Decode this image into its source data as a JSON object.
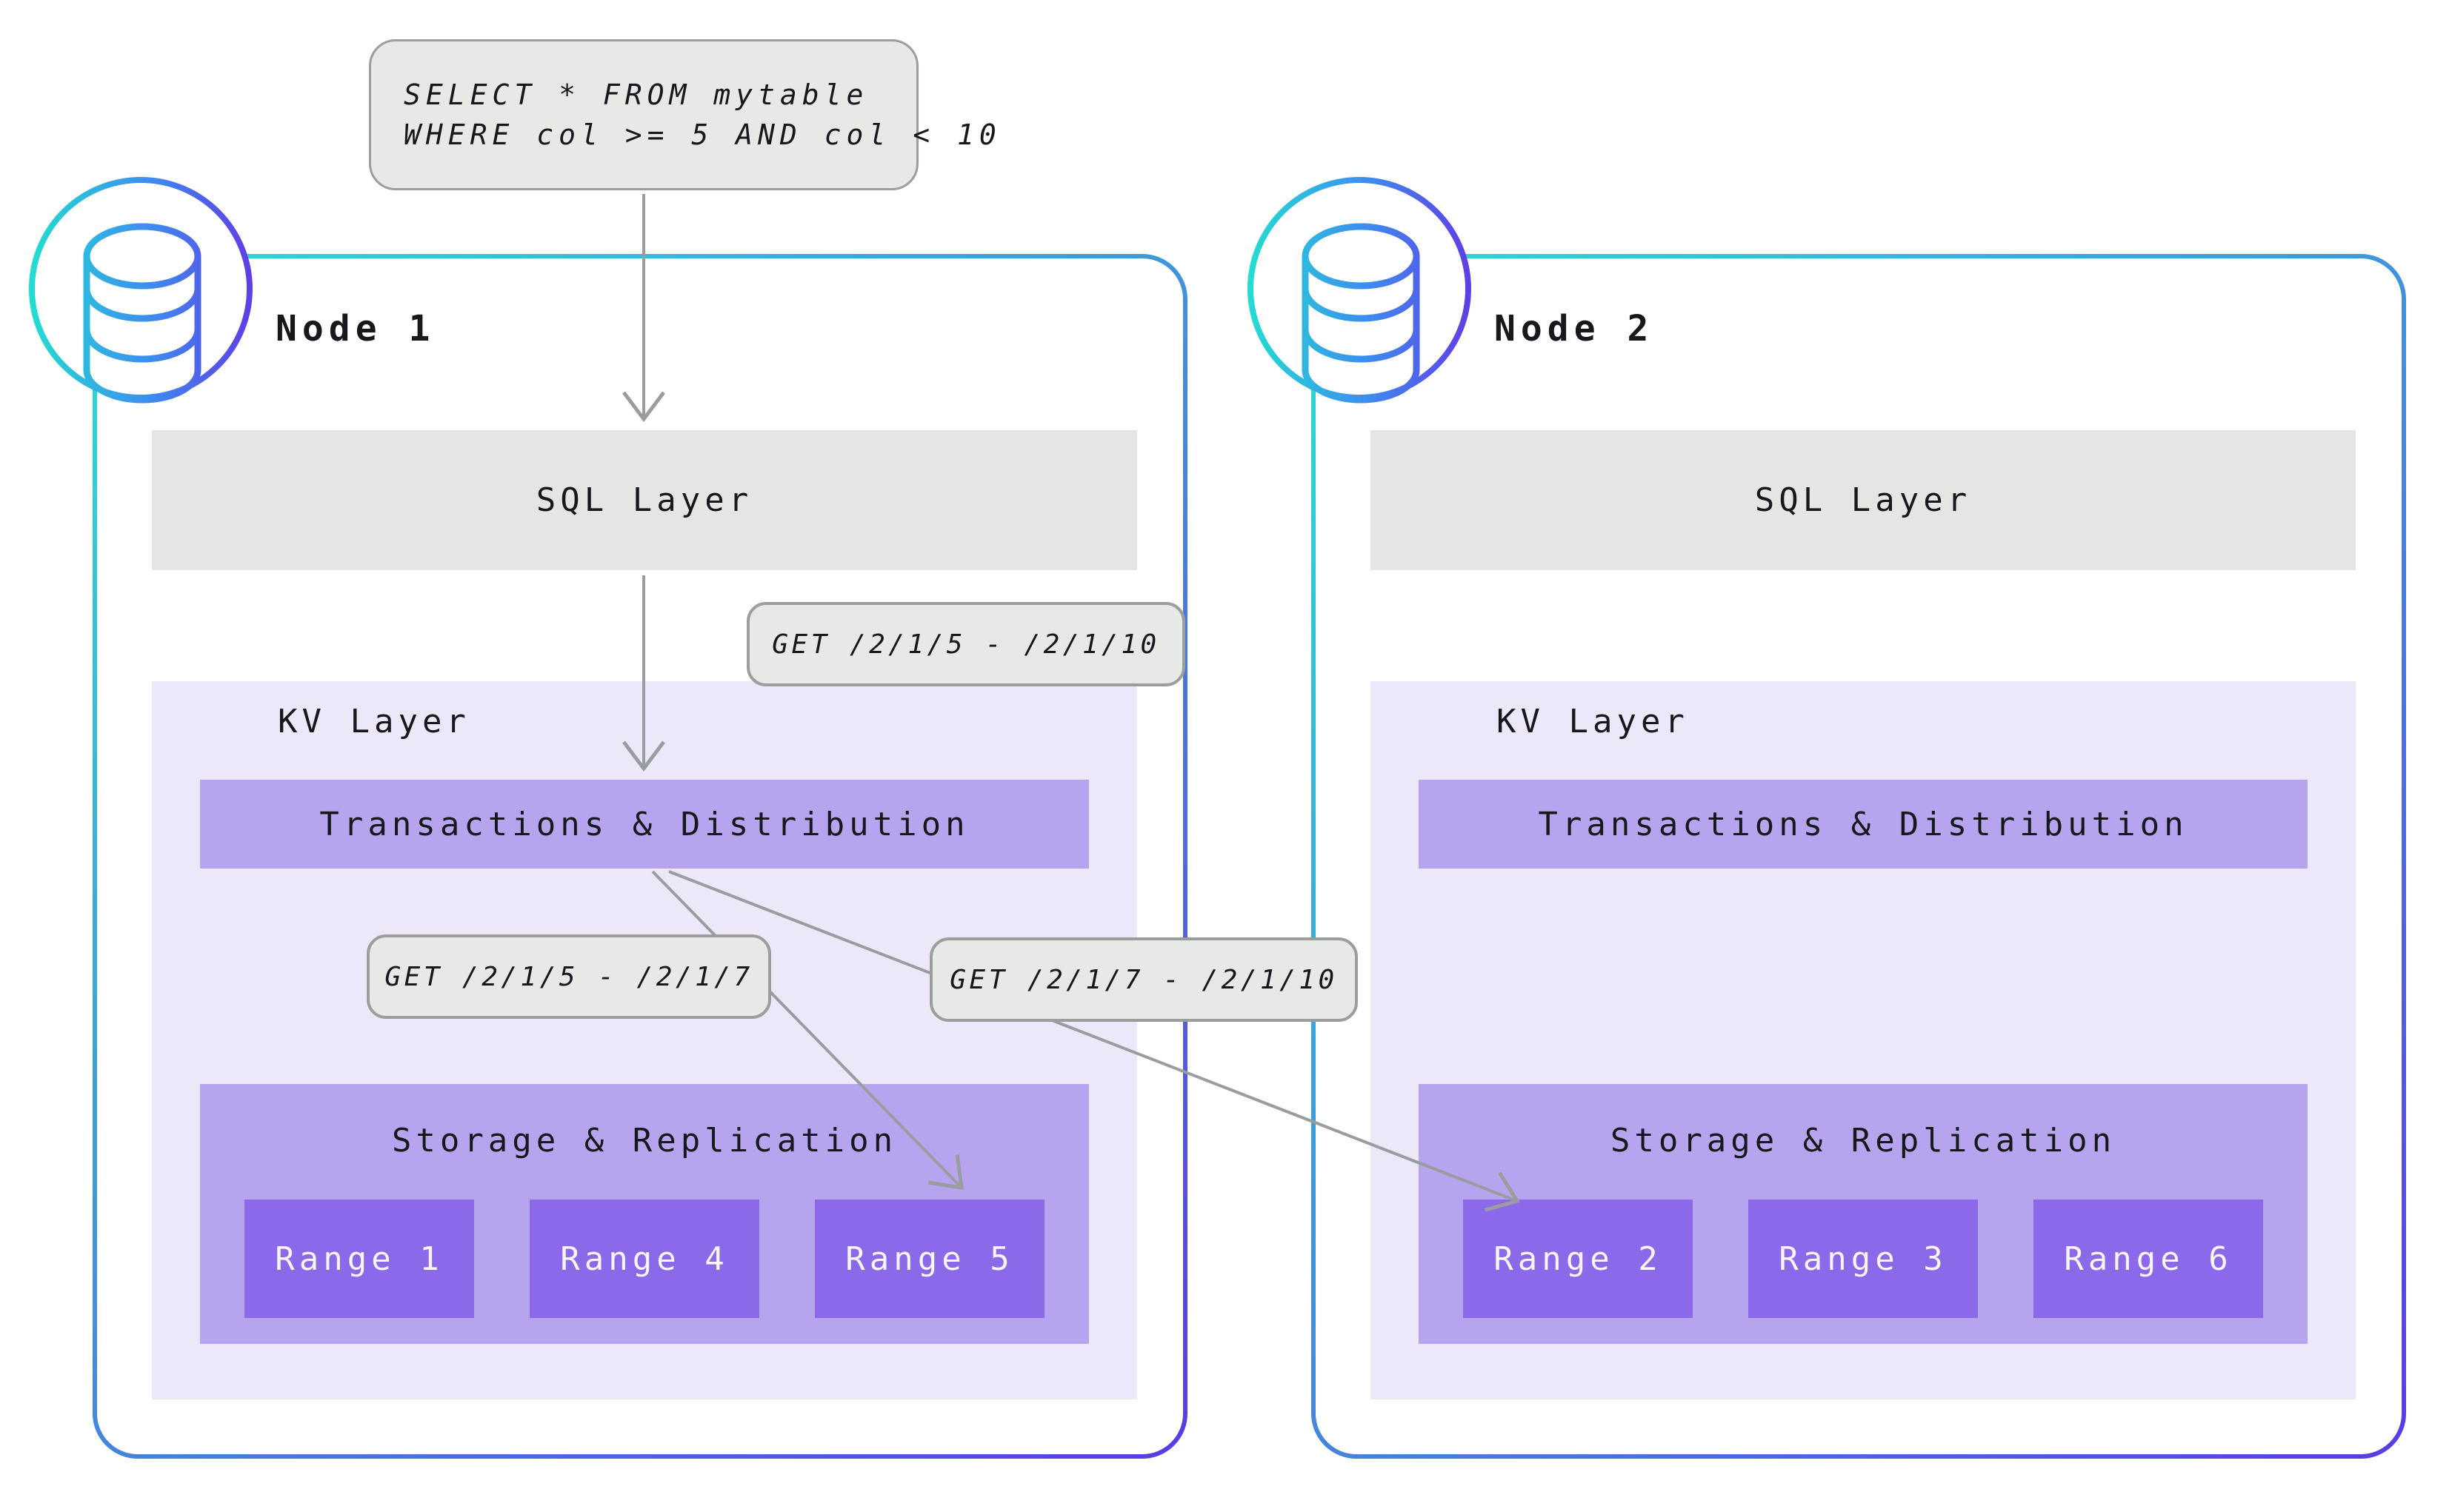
{
  "query": {
    "line1": "SELECT * FROM mytable",
    "line2": "WHERE col >= 5 AND col < 10"
  },
  "request_labels": {
    "full": "GET /2/1/5 - /2/1/10",
    "left_split": "GET /2/1/5 - /2/1/7",
    "right_split": "GET /2/1/7 - /2/1/10"
  },
  "nodes": [
    {
      "title": "Node 1",
      "sql_layer": "SQL Layer",
      "kv_layer": "KV Layer",
      "transactions": "Transactions & Distribution",
      "storage": "Storage & Replication",
      "ranges": [
        "Range 1",
        "Range 4",
        "Range 5"
      ]
    },
    {
      "title": "Node 2",
      "sql_layer": "SQL Layer",
      "kv_layer": "KV Layer",
      "transactions": "Transactions & Distribution",
      "storage": "Storage & Replication",
      "ranges": [
        "Range 2",
        "Range 3",
        "Range 6"
      ]
    }
  ],
  "colors": {
    "accent_teal": "#2BDFD3",
    "accent_purple": "#5B3BE4",
    "panel_lavender": "#ECE8F9",
    "bar_purple": "#B7A4EF",
    "range_purple": "#8C69E9",
    "gray_bar": "#E5E6E4",
    "label_fill": "#E7E9E7",
    "label_border": "#9B9E9B",
    "arrow_gray": "#9A9DA0",
    "ink": "#17181C",
    "range_text": "#F7F5FF"
  }
}
